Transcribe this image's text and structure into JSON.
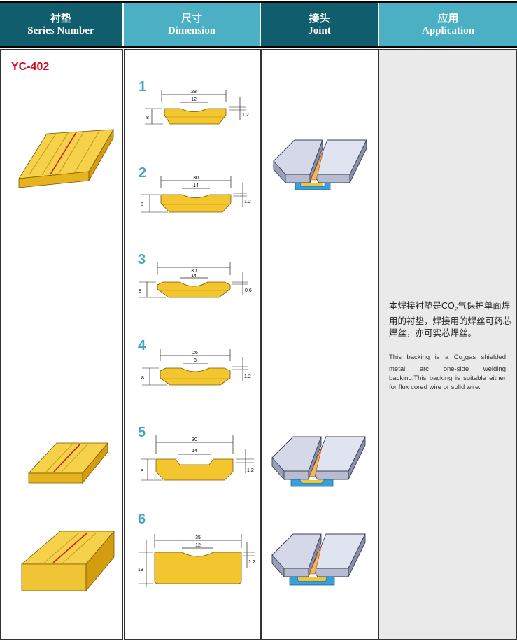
{
  "header": {
    "series": {
      "zh": "衬垫",
      "en": "Series Number"
    },
    "dimension": {
      "zh": "尺寸",
      "en": "Dimension"
    },
    "joint": {
      "zh": "接头",
      "en": "Joint"
    },
    "application": {
      "zh": "应用",
      "en": "Application"
    }
  },
  "series_number": "YC-402",
  "dimensions": [
    {
      "num": "1",
      "width": "28",
      "groove": "12",
      "height": "8",
      "depth": "1.2"
    },
    {
      "num": "2",
      "width": "30",
      "groove": "14",
      "height": "8",
      "depth": "1.2"
    },
    {
      "num": "3",
      "width": "30",
      "groove": "14",
      "height": "8",
      "depth": "0.6"
    },
    {
      "num": "4",
      "width": "26",
      "groove": "8",
      "height": "8",
      "depth": "1.2"
    },
    {
      "num": "5",
      "width": "30",
      "groove": "14",
      "height": "8",
      "depth": "1.2"
    },
    {
      "num": "6",
      "width": "35",
      "groove": "12",
      "height": "13",
      "depth": "1.2"
    }
  ],
  "application": {
    "zh_part1": "本焊接衬垫是CO",
    "zh_sub": "2",
    "zh_part2": "气保护单面焊用的衬垫，焊接用的焊丝可药芯焊丝，亦可实芯焊丝。",
    "en_part1": "This backing is a Co",
    "en_sub": "2",
    "en_part2": "gas shielded metal arc one-side welding backing.This backing is suitable either for flux cored wire or solid wire."
  },
  "colors": {
    "header_dark": "#0f5d6d",
    "header_light": "#4bb0c4",
    "series_red": "#cc1122",
    "number_blue": "#4aa3c6",
    "backing_yellow": "#f3c630"
  }
}
